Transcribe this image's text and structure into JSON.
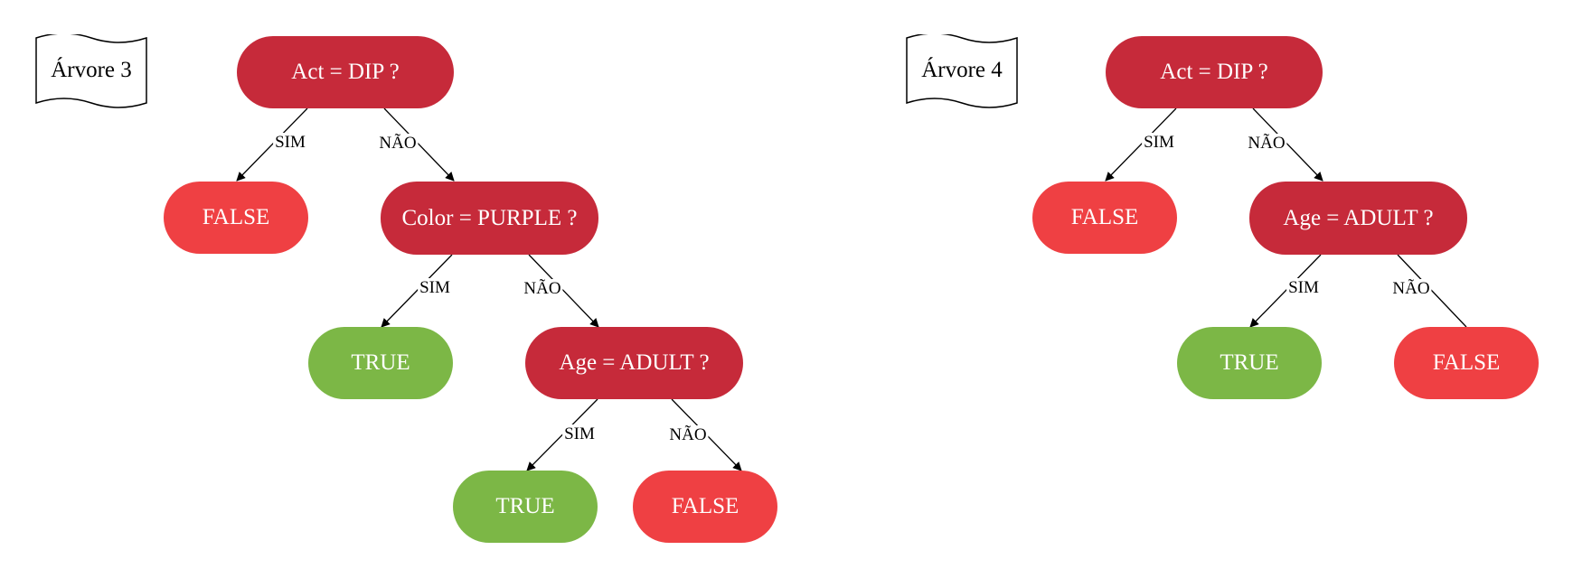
{
  "diagram": {
    "colors": {
      "decision": "#c62a3a",
      "false": "#ef4043",
      "true": "#7cb746",
      "edge": "#000000"
    },
    "trees": [
      {
        "id": "tree-3",
        "title": "Árvore 3",
        "nodes": [
          {
            "id": "t3-root",
            "label": "Act = DIP ?",
            "kind": "decision"
          },
          {
            "id": "t3-false-1",
            "label": "FALSE",
            "kind": "false"
          },
          {
            "id": "t3-color",
            "label": "Color = PURPLE ?",
            "kind": "decision"
          },
          {
            "id": "t3-true-1",
            "label": "TRUE",
            "kind": "true"
          },
          {
            "id": "t3-age",
            "label": "Age = ADULT ?",
            "kind": "decision"
          },
          {
            "id": "t3-true-2",
            "label": "TRUE",
            "kind": "true"
          },
          {
            "id": "t3-false-2",
            "label": "FALSE",
            "kind": "false"
          }
        ],
        "edges": [
          {
            "from": "t3-root",
            "to": "t3-false-1",
            "label": "SIM",
            "arrow": true
          },
          {
            "from": "t3-root",
            "to": "t3-color",
            "label": "NÃO",
            "arrow": true
          },
          {
            "from": "t3-color",
            "to": "t3-true-1",
            "label": "SIM",
            "arrow": true
          },
          {
            "from": "t3-color",
            "to": "t3-age",
            "label": "NÃO",
            "arrow": true
          },
          {
            "from": "t3-age",
            "to": "t3-true-2",
            "label": "SIM",
            "arrow": true
          },
          {
            "from": "t3-age",
            "to": "t3-false-2",
            "label": "NÃO",
            "arrow": true
          }
        ]
      },
      {
        "id": "tree-4",
        "title": "Árvore 4",
        "nodes": [
          {
            "id": "t4-root",
            "label": "Act = DIP ?",
            "kind": "decision"
          },
          {
            "id": "t4-false-1",
            "label": "FALSE",
            "kind": "false"
          },
          {
            "id": "t4-age",
            "label": "Age = ADULT ?",
            "kind": "decision"
          },
          {
            "id": "t4-true-1",
            "label": "TRUE",
            "kind": "true"
          },
          {
            "id": "t4-false-2",
            "label": "FALSE",
            "kind": "false"
          }
        ],
        "edges": [
          {
            "from": "t4-root",
            "to": "t4-false-1",
            "label": "SIM",
            "arrow": true
          },
          {
            "from": "t4-root",
            "to": "t4-age",
            "label": "NÃO",
            "arrow": true
          },
          {
            "from": "t4-age",
            "to": "t4-true-1",
            "label": "SIM",
            "arrow": true
          },
          {
            "from": "t4-age",
            "to": "t4-false-2",
            "label": "NÃO",
            "arrow": false
          }
        ]
      }
    ]
  }
}
